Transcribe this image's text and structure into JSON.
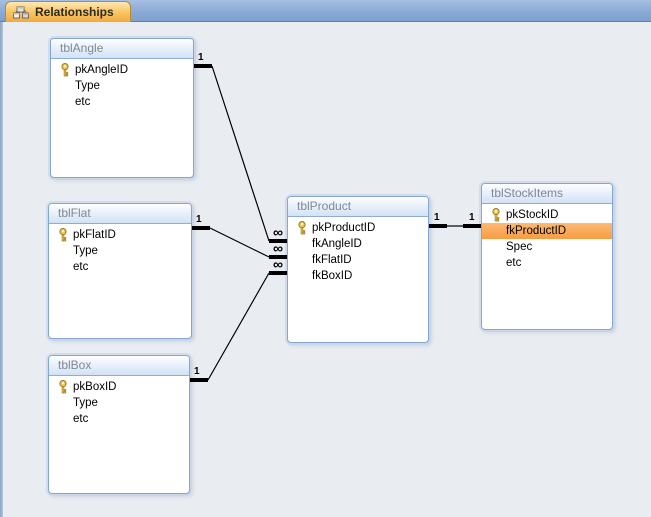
{
  "window": {
    "title": "Relationships"
  },
  "tab": {
    "label": "Relationships",
    "icon": "relationships-icon"
  },
  "colors": {
    "tab_gradient_top": "#FDE8B2",
    "tab_gradient_bottom": "#F2A83C",
    "top_strip_blue": "#8BAAD6",
    "canvas_background": "#E9EDF2",
    "table_border": "#85A6CE",
    "table_header_gradient_bottom": "#D3E2F4",
    "highlight_row_orange": "#F79C40",
    "relationship_line": "#000000",
    "key_icon_gold": "#EFC54A"
  },
  "tables": [
    {
      "name": "tblAngle",
      "fields": [
        {
          "name": "pkAngleID",
          "pk": true
        },
        {
          "name": "Type"
        },
        {
          "name": "etc"
        }
      ]
    },
    {
      "name": "tblFlat",
      "fields": [
        {
          "name": "pkFlatID",
          "pk": true
        },
        {
          "name": "Type"
        },
        {
          "name": "etc"
        }
      ]
    },
    {
      "name": "tblBox",
      "fields": [
        {
          "name": "pkBoxID",
          "pk": true
        },
        {
          "name": "Type"
        },
        {
          "name": "etc"
        }
      ]
    },
    {
      "name": "tblProduct",
      "fields": [
        {
          "name": "pkProductID",
          "pk": true
        },
        {
          "name": "fkAngleID"
        },
        {
          "name": "fkFlatID"
        },
        {
          "name": "fkBoxID"
        }
      ]
    },
    {
      "name": "tblStockItems",
      "fields": [
        {
          "name": "pkStockID",
          "pk": true
        },
        {
          "name": "fkProductID",
          "highlighted": true
        },
        {
          "name": "Spec"
        },
        {
          "name": "etc"
        }
      ]
    }
  ],
  "relationships": [
    {
      "from": "tblAngle",
      "from_field": "pkAngleID",
      "to": "tblProduct",
      "to_field": "fkAngleID",
      "from_symbol": "1",
      "to_symbol": "∞"
    },
    {
      "from": "tblFlat",
      "from_field": "pkFlatID",
      "to": "tblProduct",
      "to_field": "fkFlatID",
      "from_symbol": "1",
      "to_symbol": "∞"
    },
    {
      "from": "tblBox",
      "from_field": "pkBoxID",
      "to": "tblProduct",
      "to_field": "fkBoxID",
      "from_symbol": "1",
      "to_symbol": "∞"
    },
    {
      "from": "tblProduct",
      "from_field": "pkProductID",
      "to": "tblStockItems",
      "to_field": "fkProductID",
      "from_symbol": "1",
      "to_symbol": "1"
    }
  ]
}
